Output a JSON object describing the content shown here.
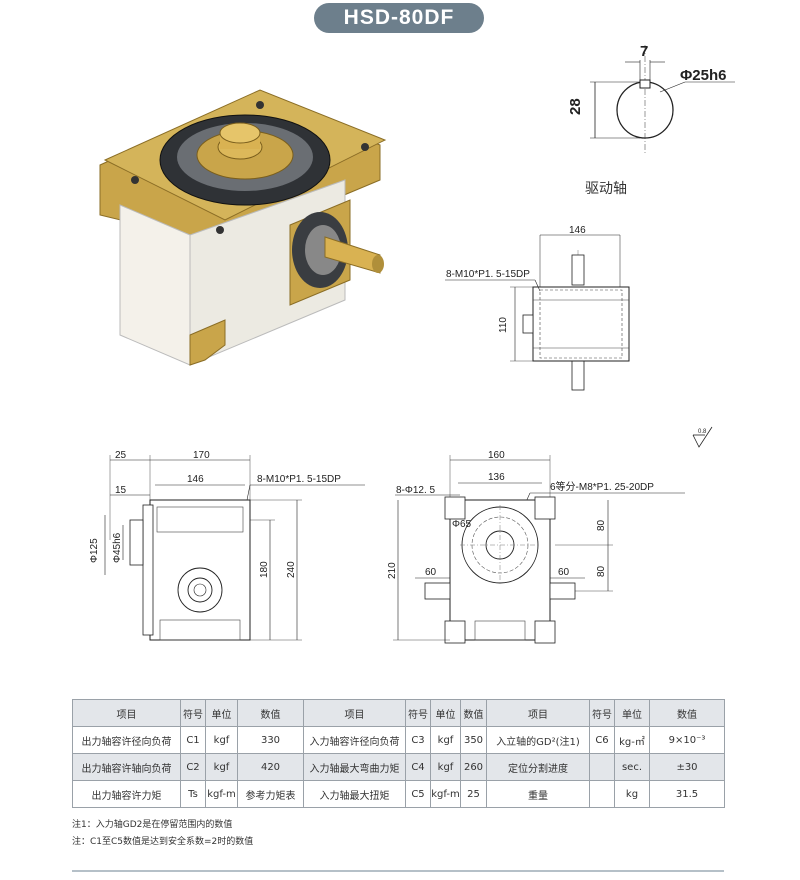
{
  "title": "HSD-80DF",
  "shaft_drawing": {
    "key_width": "7",
    "shaft_dia": "Φ25h6",
    "height": "28",
    "caption": "驱动轴"
  },
  "top_view": {
    "width": "146",
    "hole_spec": "8-M10*P1. 5-15DP",
    "height": "110"
  },
  "surface_mark": "0.8",
  "front_view": {
    "d25": "25",
    "d170": "170",
    "d146": "146",
    "d15": "15",
    "hole_spec": "8-M10*P1. 5-15DP",
    "dia125": "Φ125",
    "dia45": "Φ45h6",
    "d180": "180",
    "d240": "240"
  },
  "side_view": {
    "d160": "160",
    "d136": "136",
    "hole_dia": "8-Φ12. 5",
    "pitch": "6等分-M8*P1. 25-20DP",
    "dia65": "Φ65",
    "d80a": "80",
    "d80b": "80",
    "d210": "210",
    "d60a": "60",
    "d60b": "60"
  },
  "table": {
    "headers": [
      "项目",
      "符号",
      "单位",
      "数值",
      "项目",
      "符号",
      "单位",
      "数值",
      "项目",
      "符号",
      "单位",
      "数值"
    ],
    "rows": [
      [
        "出力轴容许径向负荷",
        "C1",
        "kgf",
        "330",
        "入力轴容许径向负荷",
        "C3",
        "kgf",
        "350",
        "入立轴的GD²(注1)",
        "C6",
        "kg-㎡",
        "9×10⁻³"
      ],
      [
        "出力轴容许轴向负荷",
        "C2",
        "kgf",
        "420",
        "入力轴最大弯曲力矩",
        "C4",
        "kgf",
        "260",
        "定位分割进度",
        "",
        "sec.",
        "±30"
      ],
      [
        "出力轴容许力矩",
        "Ts",
        "kgf-m",
        "参考力矩表",
        "入力轴最大扭矩",
        "C5",
        "kgf-m",
        "25",
        "重量",
        "",
        "kg",
        "31.5"
      ]
    ]
  },
  "notes": [
    "注1：入力轴GD2是在停留范围内的数值",
    "注：C1至C5数值是达到安全系数=2时的数值"
  ]
}
